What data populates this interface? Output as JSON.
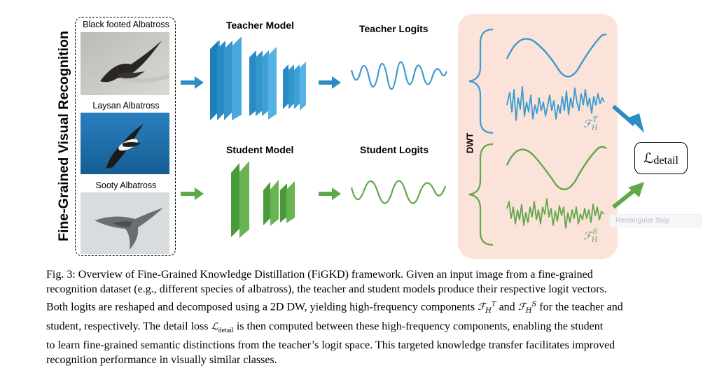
{
  "figure": {
    "vertical_title": "Fine-Grained Visual Recognition",
    "species": [
      {
        "label": "Black footed Albatross",
        "bg": "#c9ccc7"
      },
      {
        "label": "Laysan Albatross",
        "bg": "#1e6fae"
      },
      {
        "label": "Sooty Albatross",
        "bg": "#d6dadd"
      }
    ],
    "teacher_model": "Teacher Model",
    "teacher_logits": "Teacher Logits",
    "student_model": "Student Model",
    "student_logits": "Student Logits",
    "dwt": "DWT",
    "loss_symbol": "ℒ",
    "loss_sub": "detail",
    "teacher_feature": {
      "symbol": "ℱ",
      "sup": "T",
      "sub": "H"
    },
    "student_feature": {
      "symbol": "ℱ",
      "sup": "S",
      "sub": "H"
    },
    "snip_watermark": "Rectangular Snip",
    "colors": {
      "teacher": "#3a9bd0",
      "student": "#5fa84a",
      "dwt_panel": "#fbe3d9"
    }
  },
  "caption": {
    "line1": "Fig. 3: Overview of Fine-Grained Knowledge Distillation (FiGKD) framework. Given an input image from a fine-grained",
    "line2": "recognition dataset (e.g., different species of albatross), the teacher and student models produce their respective logit vectors.",
    "line3a": "Both logits are reshaped and decomposed using a 2D DW, yielding high-frequency components ",
    "line3b": " and ",
    "line3c": " for the teacher and",
    "line4a": "student, respectively. The detail loss ",
    "line4b": " is then computed between these high-frequency components, enabling the student",
    "line5": "to learn fine-grained semantic distinctions from the teacher’s logit space. This targeted knowledge transfer facilitates improved",
    "line6": "recognition performance in visually similar classes."
  }
}
